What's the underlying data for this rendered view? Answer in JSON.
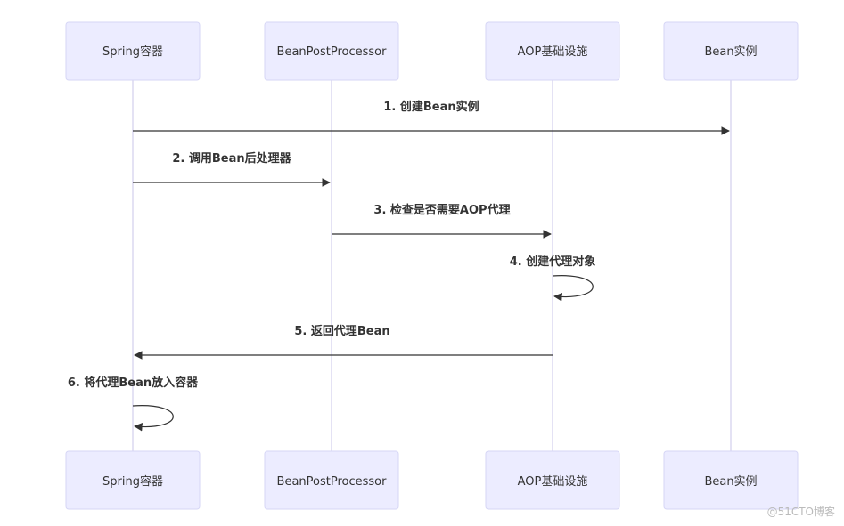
{
  "participants": [
    {
      "id": "spring",
      "label": "Spring容器"
    },
    {
      "id": "bpp",
      "label": "BeanPostProcessor"
    },
    {
      "id": "aop",
      "label": "AOP基础设施"
    },
    {
      "id": "bean",
      "label": "Bean实例"
    }
  ],
  "messages": [
    {
      "from": "spring",
      "to": "bean",
      "label": "1. 创建Bean实例"
    },
    {
      "from": "spring",
      "to": "bpp",
      "label": "2. 调用Bean后处理器"
    },
    {
      "from": "bpp",
      "to": "aop",
      "label": "3. 检查是否需要AOP代理"
    },
    {
      "from": "aop",
      "to": "aop",
      "label": "4. 创建代理对象"
    },
    {
      "from": "aop",
      "to": "spring",
      "label": "5. 返回代理Bean"
    },
    {
      "from": "spring",
      "to": "spring",
      "label": "6. 将代理Bean放入容器"
    }
  ],
  "watermark": "@51CTO博客"
}
